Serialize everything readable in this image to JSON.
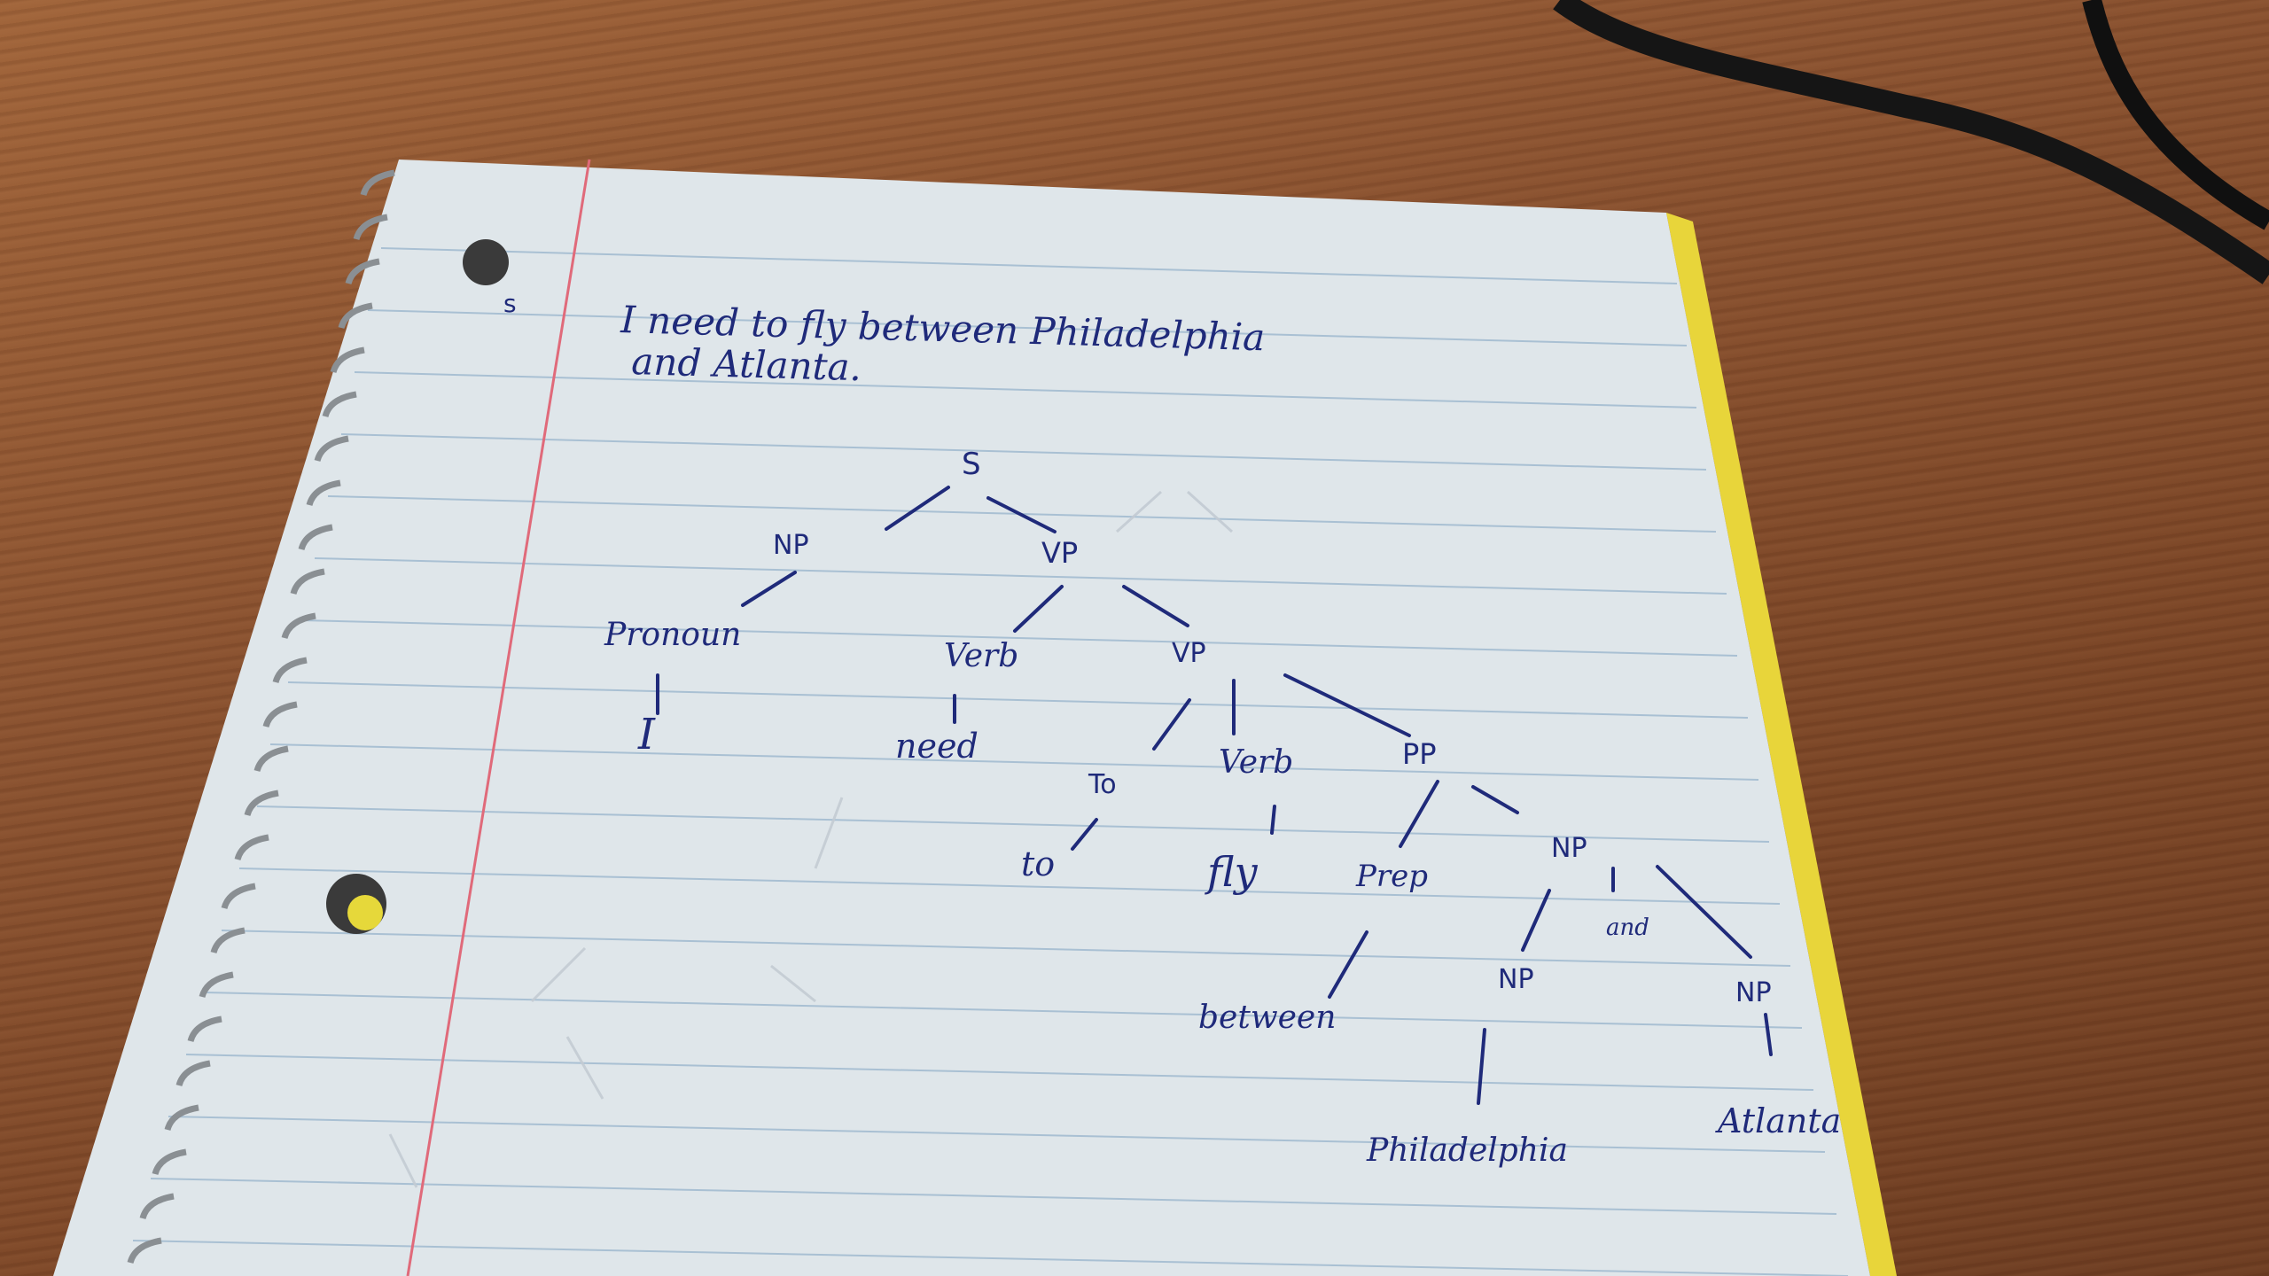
{
  "margin_mark": "s",
  "sentence": {
    "line1": "I need to fly between Philadelphia",
    "line2": "and Atlanta."
  },
  "tree": {
    "s": "S",
    "np": "NP",
    "vp": "VP",
    "pronoun": "Pronoun",
    "i": "I",
    "verb": "Verb",
    "need": "need",
    "vp2": "VP",
    "to_tag": "To",
    "to_word": "to",
    "verb2": "Verb",
    "fly": "fly",
    "pp": "PP",
    "prep": "Prep",
    "between": "between",
    "np_coord": "NP",
    "and": "and",
    "np_left": "NP",
    "np_right": "NP",
    "philadelphia": "Philadelphia",
    "atlanta": "Atlanta"
  }
}
